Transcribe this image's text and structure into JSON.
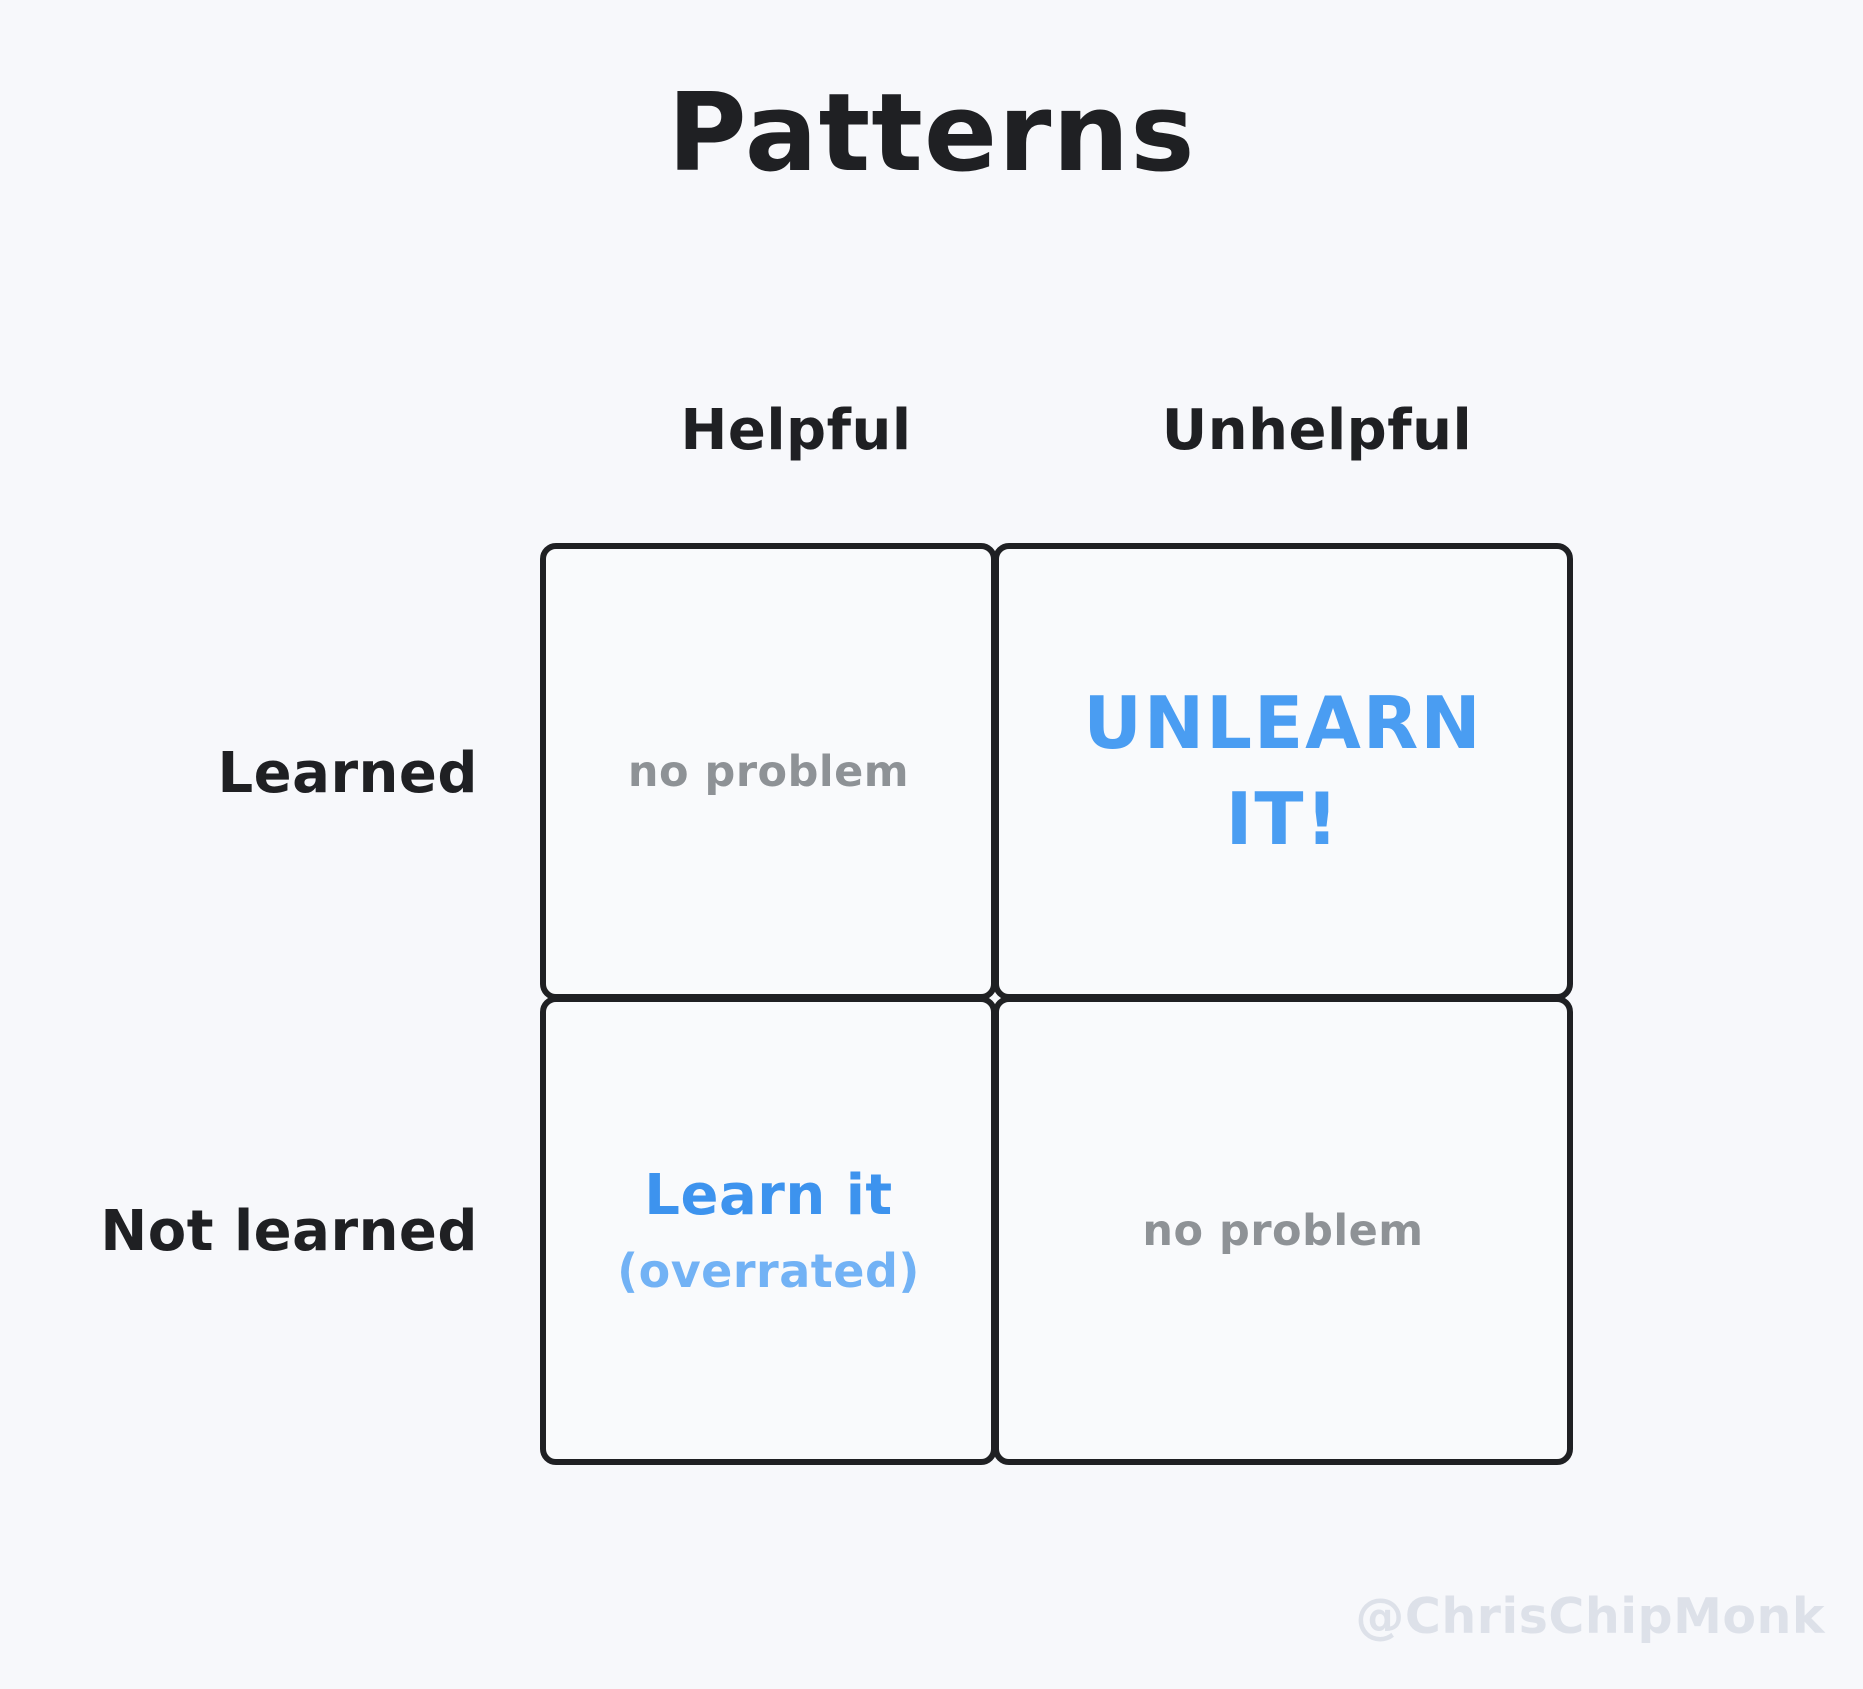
{
  "title": "Patterns",
  "colors": {
    "background": "#f7f8fb",
    "ink": "#1f2023",
    "muted": "#8e9296",
    "accent": "#4a9df2",
    "accent_strong": "#3d93ee",
    "accent_light": "#72b2f5",
    "watermark": "#dde1e9"
  },
  "matrix": {
    "columns": [
      {
        "label": "Helpful"
      },
      {
        "label": "Unhelpful"
      }
    ],
    "rows": [
      {
        "label": "Learned"
      },
      {
        "label": "Not learned"
      }
    ],
    "cells": [
      {
        "row": "Learned",
        "column": "Helpful",
        "primary": "no problem",
        "secondary": "",
        "emphasis": "muted"
      },
      {
        "row": "Learned",
        "column": "Unhelpful",
        "primary": "UNLEARN IT!",
        "secondary": "",
        "emphasis": "shout"
      },
      {
        "row": "Not learned",
        "column": "Helpful",
        "primary": "Learn it",
        "secondary": "(overrated)",
        "emphasis": "accent"
      },
      {
        "row": "Not learned",
        "column": "Unhelpful",
        "primary": "no problem",
        "secondary": "",
        "emphasis": "muted"
      }
    ]
  },
  "watermark": "@ChrisChipMonk"
}
